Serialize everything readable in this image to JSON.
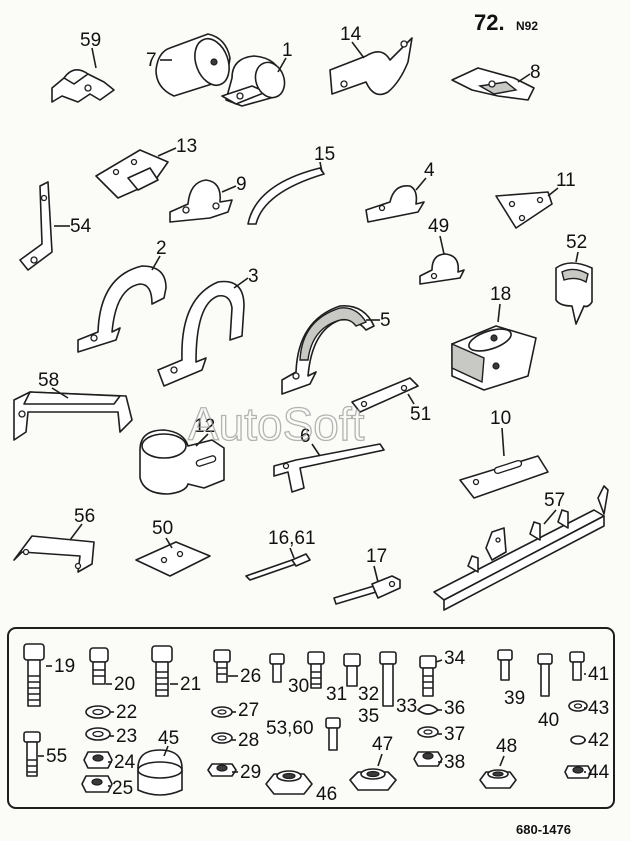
{
  "sheet": {
    "number": "72.",
    "suffix": "N92",
    "code": "680-1476"
  },
  "watermark": "AutoSoft",
  "labels": {
    "l59": "59",
    "l7": "7",
    "l1": "1",
    "l14": "14",
    "l8": "8",
    "l13": "13",
    "l9": "9",
    "l15": "15",
    "l4": "4",
    "l11": "11",
    "l54": "54",
    "l49": "49",
    "l52": "52",
    "l2": "2",
    "l3": "3",
    "l5": "5",
    "l18": "18",
    "l58": "58",
    "l12": "12",
    "l6": "6",
    "l51": "51",
    "l10": "10",
    "l56": "56",
    "l50": "50",
    "l1661": "16,61",
    "l17": "17",
    "l57": "57",
    "l19": "19",
    "l20": "20",
    "l22": "22",
    "l23": "23",
    "l24": "24",
    "l25": "25",
    "l21": "21",
    "l55": "55",
    "l45": "45",
    "l26": "26",
    "l27": "27",
    "l28": "28",
    "l29": "29",
    "l30": "30",
    "l31": "31",
    "l32": "32",
    "l35": "35",
    "l5360": "53,60",
    "l33": "33",
    "l34": "34",
    "l36": "36",
    "l37": "37",
    "l38": "38",
    "l47": "47",
    "l46": "46",
    "l39": "39",
    "l40": "40",
    "l48": "48",
    "l41": "41",
    "l43": "43",
    "l42": "42",
    "l44": "44"
  }
}
